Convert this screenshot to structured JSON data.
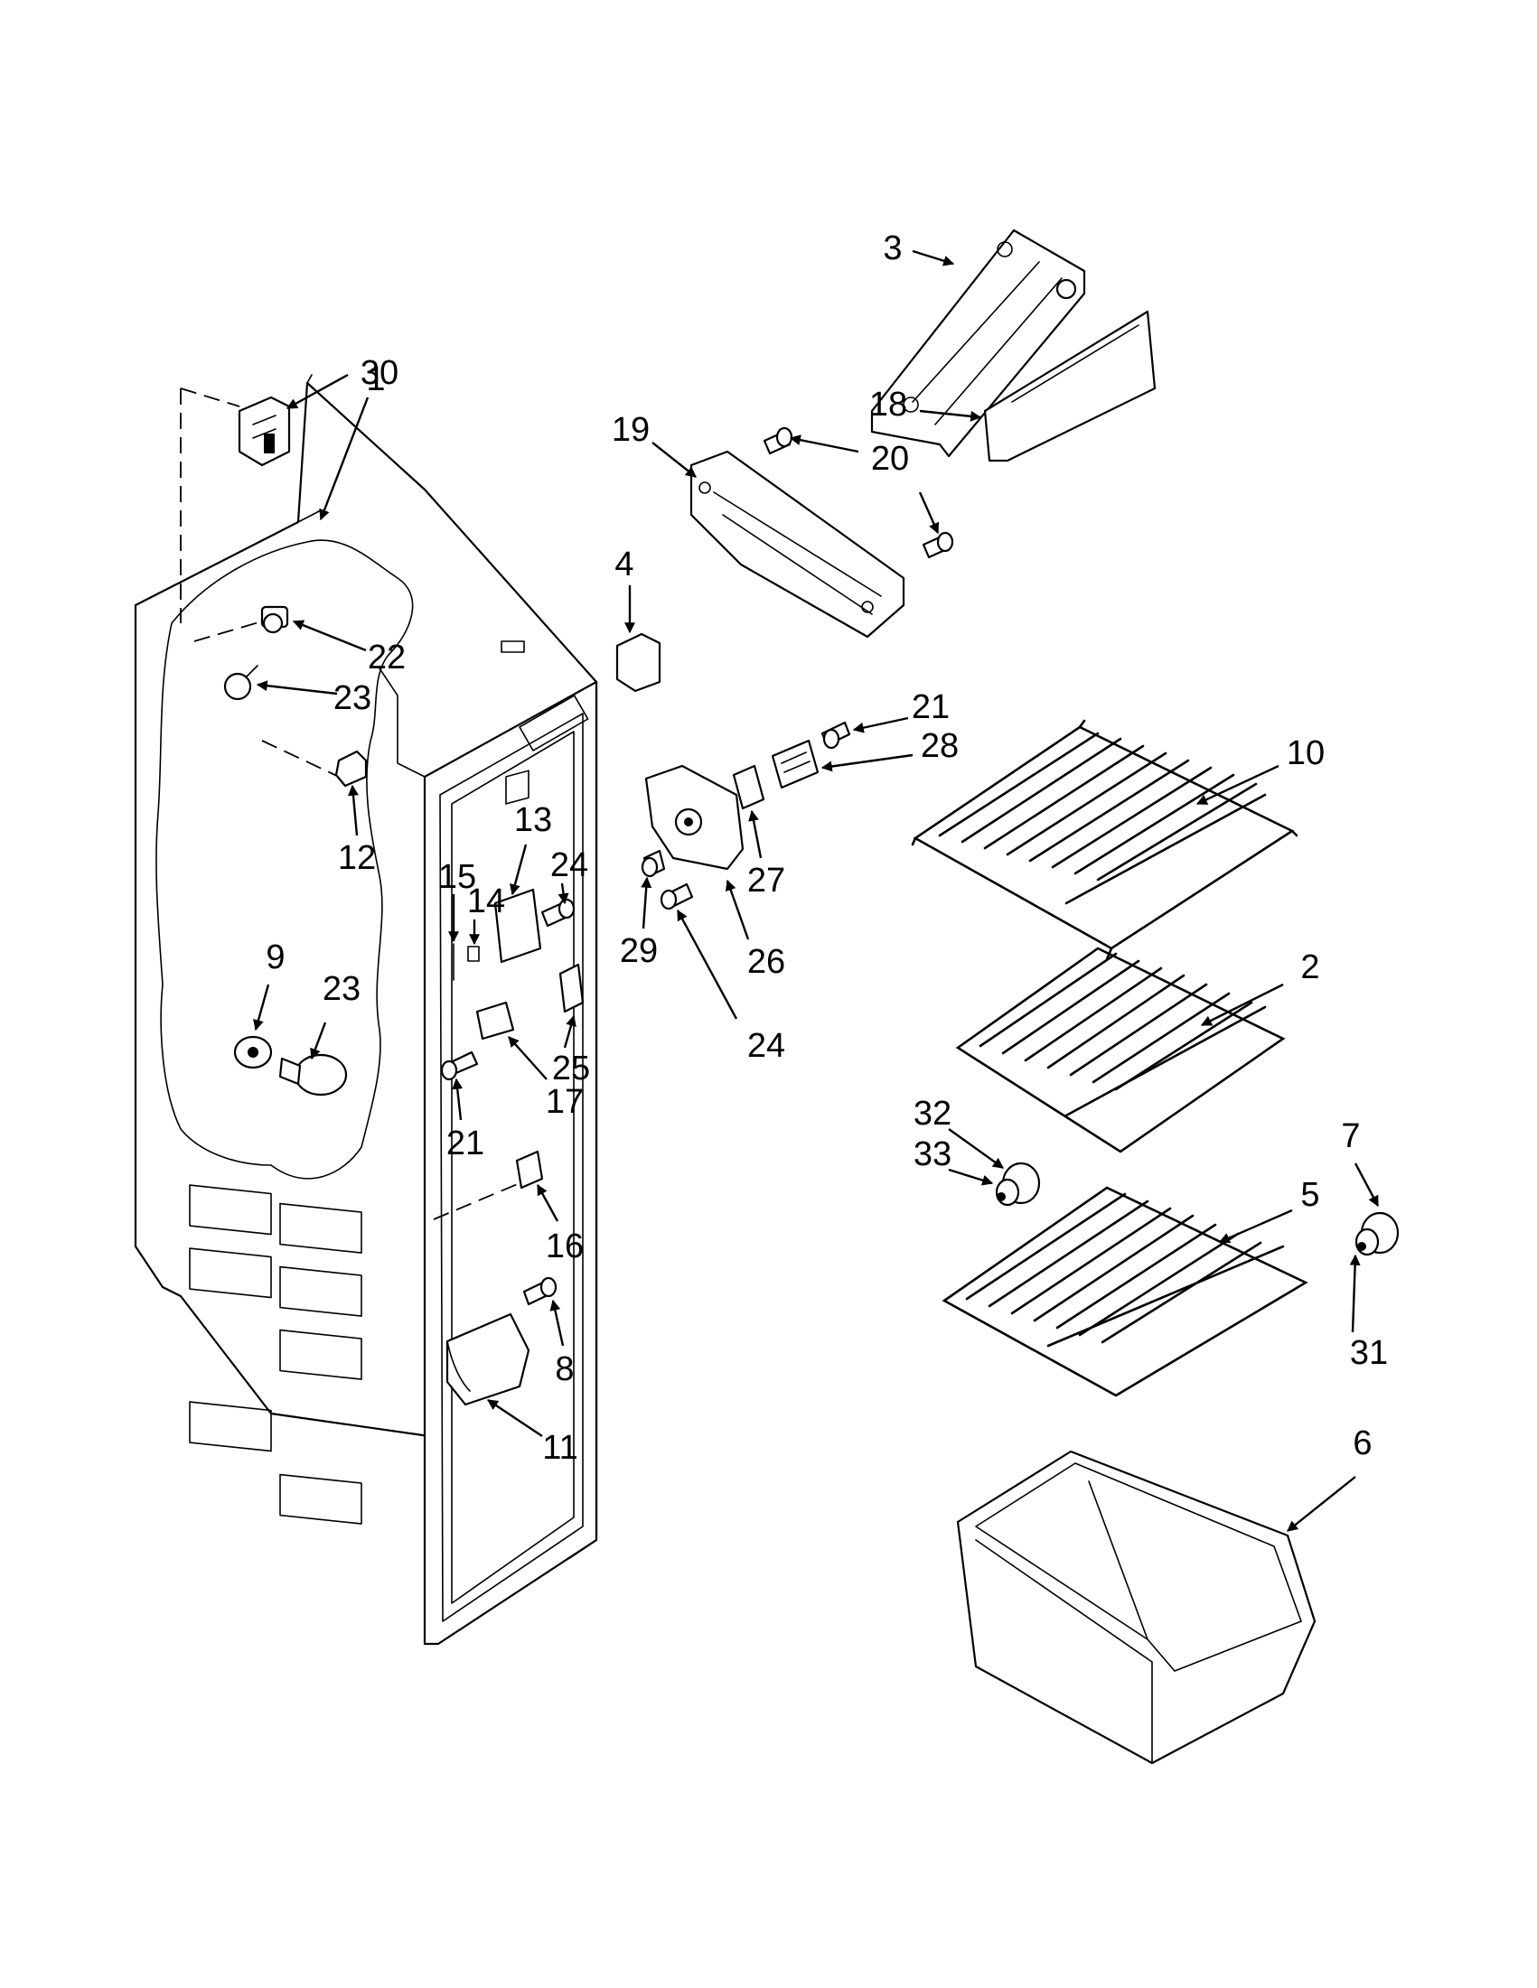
{
  "colors": {
    "line": "#000000",
    "background": "#ffffff"
  },
  "callouts": [
    {
      "id": "1",
      "label": "1"
    },
    {
      "id": "2",
      "label": "2"
    },
    {
      "id": "3",
      "label": "3"
    },
    {
      "id": "4",
      "label": "4"
    },
    {
      "id": "5",
      "label": "5"
    },
    {
      "id": "6",
      "label": "6"
    },
    {
      "id": "7",
      "label": "7"
    },
    {
      "id": "8",
      "label": "8"
    },
    {
      "id": "9",
      "label": "9"
    },
    {
      "id": "10",
      "label": "10"
    },
    {
      "id": "11",
      "label": "11"
    },
    {
      "id": "12",
      "label": "12"
    },
    {
      "id": "13",
      "label": "13"
    },
    {
      "id": "14",
      "label": "14"
    },
    {
      "id": "15",
      "label": "15"
    },
    {
      "id": "16",
      "label": "16"
    },
    {
      "id": "17",
      "label": "17"
    },
    {
      "id": "18",
      "label": "18"
    },
    {
      "id": "19",
      "label": "19"
    },
    {
      "id": "20a",
      "label": "20"
    },
    {
      "id": "21a",
      "label": "21"
    },
    {
      "id": "21b",
      "label": "21"
    },
    {
      "id": "22",
      "label": "22"
    },
    {
      "id": "23a",
      "label": "23"
    },
    {
      "id": "23b",
      "label": "23"
    },
    {
      "id": "24a",
      "label": "24"
    },
    {
      "id": "24b",
      "label": "24"
    },
    {
      "id": "25",
      "label": "25"
    },
    {
      "id": "26",
      "label": "26"
    },
    {
      "id": "27",
      "label": "27"
    },
    {
      "id": "28",
      "label": "28"
    },
    {
      "id": "29",
      "label": "29"
    },
    {
      "id": "30",
      "label": "30"
    },
    {
      "id": "31",
      "label": "31"
    },
    {
      "id": "32",
      "label": "32"
    },
    {
      "id": "33",
      "label": "33"
    }
  ]
}
